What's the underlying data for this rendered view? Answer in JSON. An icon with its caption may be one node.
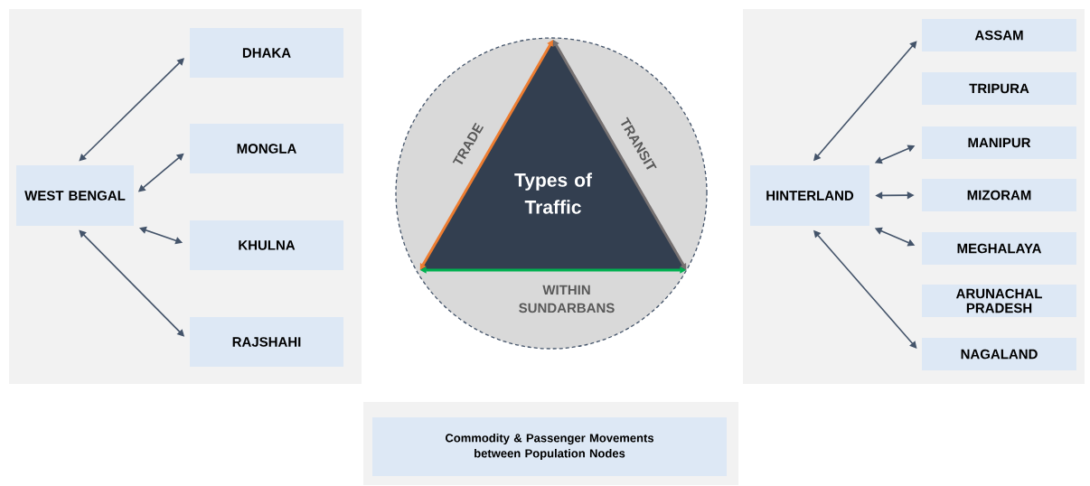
{
  "diagram": {
    "nodes": [
      {
        "text": [],
        "shape": "box"
      },
      {
        "text": [
          "WEST BENGAL"
        ],
        "in": 0
      },
      {
        "text": [
          "DHAKA"
        ],
        "in": 0
      },
      {
        "text": [
          "MONGLA"
        ],
        "in": 0
      },
      {
        "text": [
          "KHULNA"
        ],
        "in": 0
      },
      {
        "text": [
          "RAJSHAHI"
        ],
        "in": 0
      },
      {
        "text": [],
        "shape": "circle"
      },
      {
        "text": [
          "Types of Traffic"
        ],
        "in": 6
      },
      {
        "text": [],
        "shape": "box"
      },
      {
        "text": [
          "HINTERLAND"
        ],
        "in": 8
      },
      {
        "text": [
          "ASSAM"
        ],
        "in": 8
      },
      {
        "text": [
          "TRIPURA"
        ],
        "in": 8
      },
      {
        "text": [
          "MANIPUR"
        ],
        "in": 8
      },
      {
        "text": [
          "MIZORAM"
        ],
        "in": 8
      },
      {
        "text": [
          "MEGHALAYA"
        ],
        "in": 8
      },
      {
        "text": [
          "ARUNACHAL PRADESH"
        ],
        "in": 8
      },
      {
        "text": [
          "NAGALAND"
        ],
        "in": 8
      },
      {
        "text": [],
        "shape": "box"
      },
      {
        "text": [
          "Commodity & Passenger Movements between Population Nodes"
        ],
        "in": 17
      }
    ],
    "edges": [
      {
        "from": 1,
        "to": 2,
        "arrow": "both"
      },
      {
        "from": 1,
        "to": 3,
        "arrow": "both"
      },
      {
        "from": 1,
        "to": 4,
        "arrow": "both"
      },
      {
        "from": 1,
        "to": 5,
        "arrow": "both"
      },
      {
        "from": 9,
        "to": 10,
        "arrow": "both"
      },
      {
        "from": 9,
        "to": 12,
        "arrow": "both"
      },
      {
        "from": 9,
        "to": 13,
        "arrow": "both"
      },
      {
        "from": 9,
        "to": 14,
        "arrow": "both"
      },
      {
        "from": 9,
        "to": 16,
        "arrow": "both"
      }
    ],
    "labels": [
      "TRADE",
      "TRANSIT",
      "WITHIN SUNDARBANS"
    ]
  }
}
